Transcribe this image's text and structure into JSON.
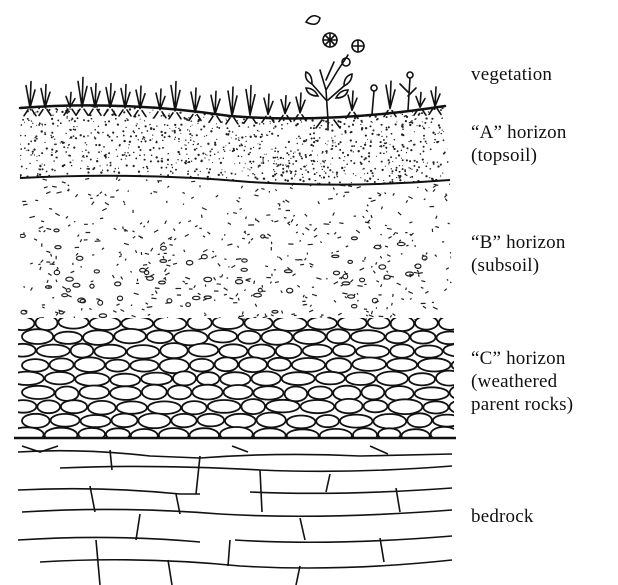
{
  "labels": {
    "vegetation": "vegetation",
    "a_horizon": {
      "line1": "“A” horizon",
      "line2": "(topsoil)"
    },
    "b_horizon": {
      "line1": "“B” horizon",
      "line2": "(subsoil)"
    },
    "c_horizon": {
      "line1": "“C” horizon",
      "line2": "(weathered",
      "line3": "parent rocks)"
    },
    "bedrock": "bedrock"
  },
  "colors": {
    "ink": "#111111",
    "background": "#ffffff"
  }
}
